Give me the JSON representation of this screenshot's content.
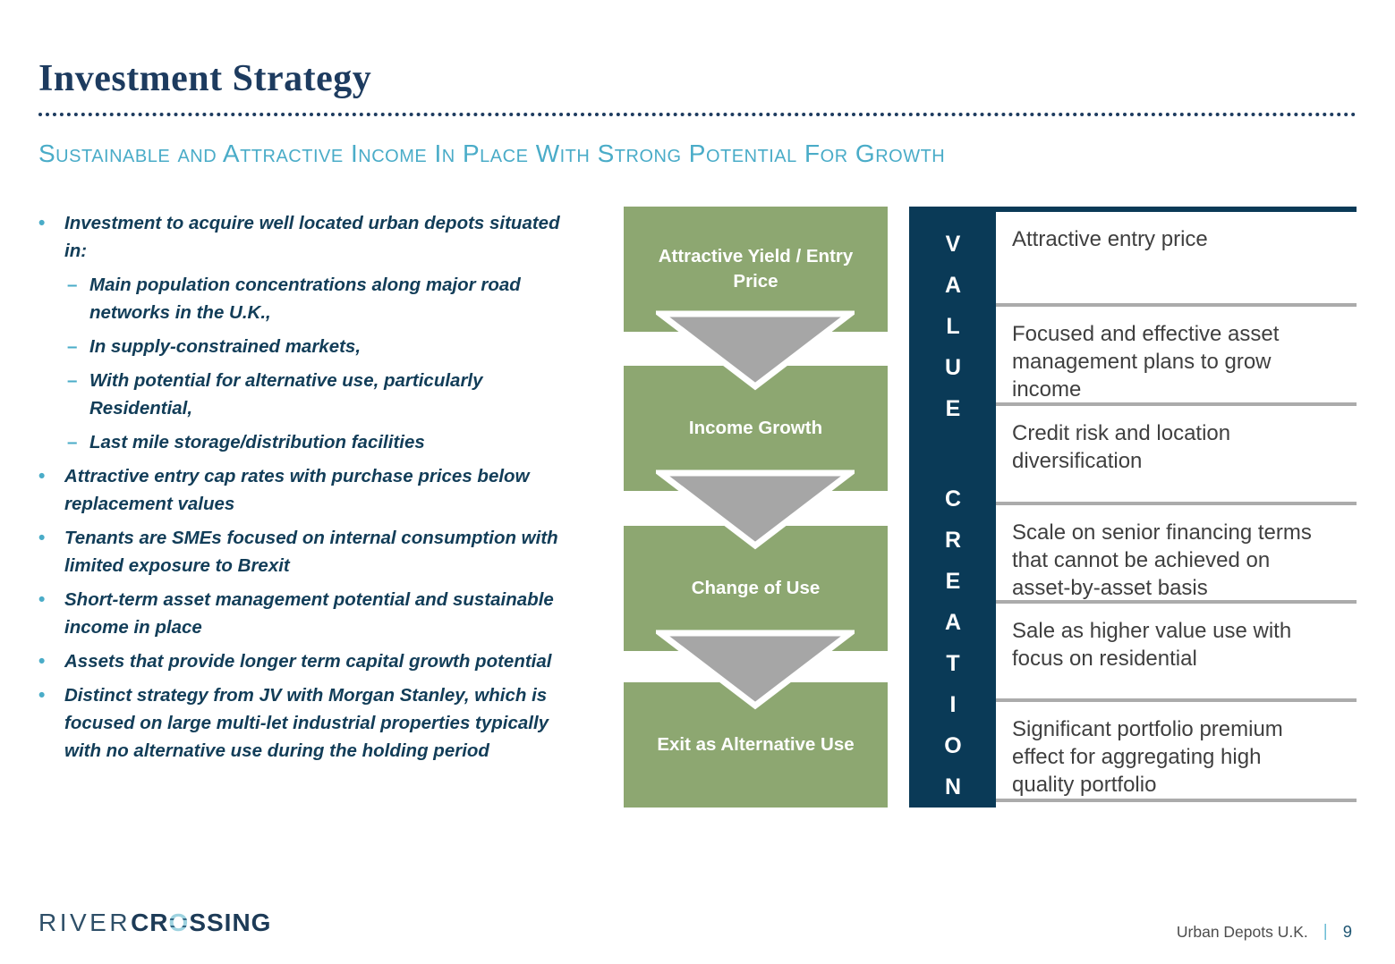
{
  "glyphs": {
    "bullet": "•",
    "dash": "–"
  },
  "header": {
    "title": "Investment Strategy",
    "subtitle": "Sustainable and Attractive Income In Place With Strong Potential For Growth"
  },
  "bullets": [
    {
      "level": 1,
      "lines": [
        "Investment to acquire well located urban depots situated",
        "in:"
      ]
    },
    {
      "level": 2,
      "lines": [
        "Main population concentrations along major road",
        "networks in the U.K.,"
      ]
    },
    {
      "level": 2,
      "lines": [
        "In supply-constrained markets,"
      ]
    },
    {
      "level": 2,
      "lines": [
        "With potential for alternative use, particularly",
        "Residential,"
      ]
    },
    {
      "level": 2,
      "lines": [
        "Last mile storage/distribution facilities"
      ]
    },
    {
      "level": 1,
      "lines": [
        "Attractive entry cap rates with purchase prices below",
        "replacement values"
      ]
    },
    {
      "level": 1,
      "lines": [
        "Tenants are SMEs focused on internal consumption with",
        "limited exposure to Brexit"
      ]
    },
    {
      "level": 1,
      "lines": [
        "Short-term asset management potential and sustainable",
        "income in place"
      ]
    },
    {
      "level": 1,
      "lines": [
        "Assets that provide longer term capital growth potential"
      ]
    },
    {
      "level": 1,
      "lines": [
        "Distinct strategy from JV with Morgan Stanley, which is",
        "focused on large multi-let industrial properties typically",
        "with no alternative use during the holding period"
      ]
    }
  ],
  "flow": {
    "steps": [
      {
        "lines": [
          "Attractive Yield / Entry",
          "Price"
        ]
      },
      {
        "lines": [
          "Income Growth"
        ]
      },
      {
        "lines": [
          "Change of Use"
        ]
      },
      {
        "lines": [
          "Exit as Alternative Use"
        ]
      }
    ]
  },
  "panel": {
    "word_top": "VALUE",
    "word_bottom": "CREATION",
    "items": [
      {
        "lines": [
          "Attractive entry price"
        ]
      },
      {
        "lines": [
          "Focused and effective asset",
          "management plans to grow",
          "income"
        ]
      },
      {
        "lines": [
          "Credit risk and location",
          "diversification"
        ]
      },
      {
        "lines": [
          "Scale on senior financing terms",
          "that cannot be achieved on",
          "asset-by-asset basis"
        ]
      },
      {
        "lines": [
          "Sale as higher value use with",
          "focus on residential"
        ]
      },
      {
        "lines": [
          "Significant portfolio premium",
          "effect for aggregating high",
          "quality portfolio"
        ]
      }
    ]
  },
  "footer": {
    "logo_thin": "RIVER",
    "logo_bold_pre": "CR",
    "logo_o": "O",
    "logo_bold_post": "SSING",
    "doc_title": "Urban Depots U.K.",
    "separator": "|",
    "page_number": "9"
  },
  "colors": {
    "title_navy": "#1d3b5f",
    "accent_blue": "#4aacc8",
    "bullet_text_navy": "#123d58",
    "flow_green": "#8da771",
    "arrow_gray": "#a6a6a6",
    "panel_navy": "#0a3a57",
    "item_text_gray": "#3f3f3f",
    "separator_gray": "#ababab"
  }
}
